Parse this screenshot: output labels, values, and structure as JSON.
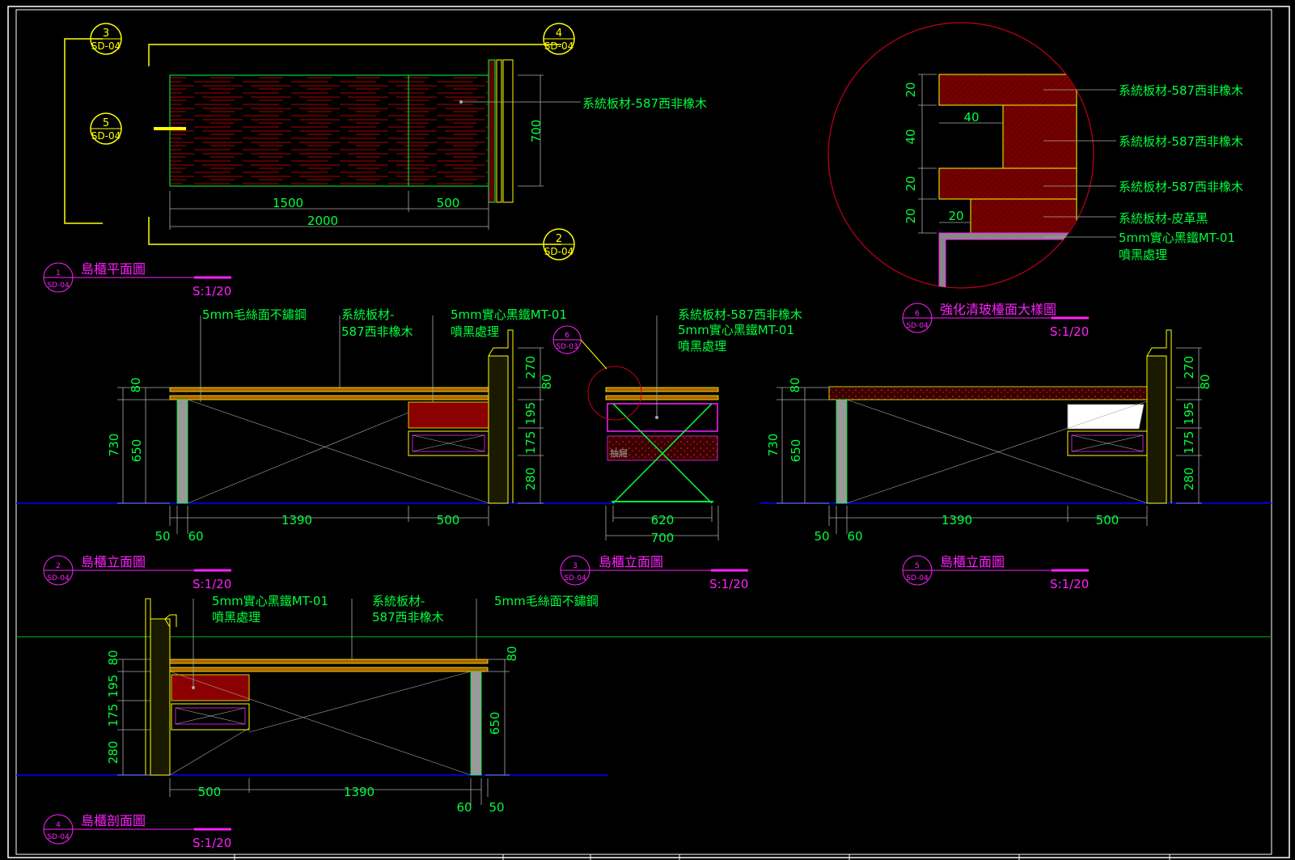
{
  "colors": {
    "background": "#000000",
    "dim": "#00ff3c",
    "title": "#ff20ff",
    "yellow": "#ffff00",
    "wood": "#8b0000",
    "ground": "#0000ff",
    "frame": "#ffffff"
  },
  "plan": {
    "markers": [
      {
        "num": "3",
        "sheet": "SD-04"
      },
      {
        "num": "4",
        "sheet": "SD-04"
      },
      {
        "num": "5",
        "sheet": "SD-04"
      },
      {
        "num": "2",
        "sheet": "SD-04"
      }
    ],
    "note": "系統板材-587西非橡木",
    "dims": {
      "d1500": "1500",
      "d500": "500",
      "d2000": "2000",
      "d700": "700"
    },
    "title": {
      "num": "1",
      "sheet": "SD-04",
      "name": "島櫃平面圖",
      "scale": "S:1/20"
    }
  },
  "detail": {
    "notes": [
      "系統板材-587西非橡木",
      "系統板材-587西非橡木",
      "系統板材-587西非橡木",
      "系統板材-皮革黑",
      "5mm實心黑鐵MT-01",
      "噴黑處理"
    ],
    "dims": {
      "v20a": "20",
      "v40": "40",
      "v20b": "20",
      "v20c": "20",
      "h40": "40",
      "h20": "20"
    },
    "title": {
      "num": "6",
      "sheet": "SD-04",
      "name": "強化清玻檯面大樣圖",
      "scale": "S:1/20"
    }
  },
  "elev2": {
    "notes": {
      "a": "5mm毛絲面不鏽鋼",
      "b1": "系統板材-",
      "b2": "587西非橡木",
      "c1": "5mm實心黑鐵MT-01",
      "c2": "噴黑處理"
    },
    "dims": {
      "v80": "80",
      "v730": "730",
      "v650": "650",
      "r270": "270",
      "r80": "80",
      "r195": "195",
      "r175": "175",
      "r280": "280",
      "h1390": "1390",
      "h500": "500",
      "h50": "50",
      "h60": "60"
    },
    "title": {
      "num": "2",
      "sheet": "SD-04",
      "name": "島櫃立面圖",
      "scale": "S:1/20"
    }
  },
  "elev3": {
    "marker": {
      "num": "6",
      "sheet": "SD-03"
    },
    "notes": {
      "a": "系統板材-587西非橡木",
      "b": "5mm實心黑鐵MT-01",
      "c": "噴黑處理",
      "drawer": "抽屜"
    },
    "dims": {
      "h620": "620",
      "h700": "700"
    },
    "title": {
      "num": "3",
      "sheet": "SD-04",
      "name": "島櫃立面圖",
      "scale": "S:1/20"
    }
  },
  "elev5": {
    "dims": {
      "v80": "80",
      "v730": "730",
      "v650": "650",
      "r270": "270",
      "r80": "80",
      "r195": "195",
      "r175": "175",
      "r280": "280",
      "h1390": "1390",
      "h500": "500",
      "h50": "50",
      "h60": "60"
    },
    "title": {
      "num": "5",
      "sheet": "SD-04",
      "name": "島櫃立面圖",
      "scale": "S:1/20"
    }
  },
  "sect4": {
    "notes": {
      "a1": "5mm實心黑鐵MT-01",
      "a2": "噴黑處理",
      "b1": "系統板材-",
      "b2": "587西非橡木",
      "c": "5mm毛絲面不鏽鋼"
    },
    "dims": {
      "v80": "80",
      "v195": "195",
      "v175": "175",
      "v280": "280",
      "r80": "80",
      "r650": "650",
      "h500": "500",
      "h1390": "1390",
      "h60": "60",
      "h50": "50"
    },
    "title": {
      "num": "4",
      "sheet": "SD-04",
      "name": "島櫃剖面圖",
      "scale": "S:1/20"
    }
  }
}
